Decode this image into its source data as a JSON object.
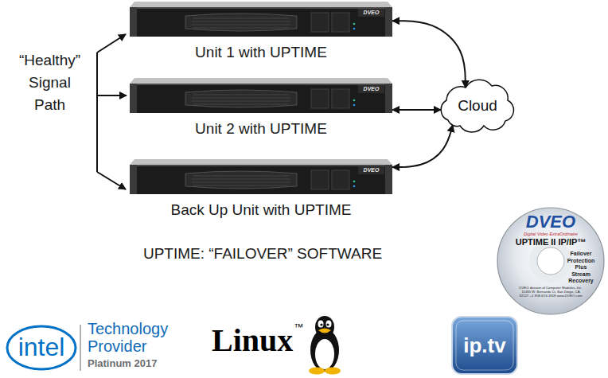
{
  "diagram": {
    "nodes": [
      {
        "text": [
          "DVEO",
          "Unit 1 with UPTIME"
        ]
      },
      {
        "text": [
          "DVEO",
          "Unit 2 with UPTIME"
        ]
      },
      {
        "text": [
          "DVEO",
          "Back Up Unit with UPTIME"
        ]
      },
      {
        "text": [
          "Cloud"
        ]
      },
      {
        "text": [
          "DVEO",
          "Digital Video ExtraOrdinaire",
          "UPTIME II IP/IP™",
          "Failover Protection Plus Stream Recovery",
          "DVEO division of Computer Modules, Inc. 11490 W. Bernardo Ct, San Diego, CA 92127 +1 858-613-1818 www.DVEO.com"
        ]
      },
      {
        "text": [
          "ip.tv"
        ]
      }
    ],
    "edges": [
      {
        "from": 0,
        "to": 3,
        "arrow": "both"
      },
      {
        "from": 1,
        "to": 3,
        "arrow": "both"
      },
      {
        "from": 2,
        "to": 3,
        "arrow": "both"
      }
    ],
    "labels": [
      "“Healthy” Signal Path",
      "UPTIME: “FAILOVER” SOFTWARE",
      "intel",
      "Technology Provider",
      "Platinum 2017",
      "Linux",
      "™"
    ]
  }
}
